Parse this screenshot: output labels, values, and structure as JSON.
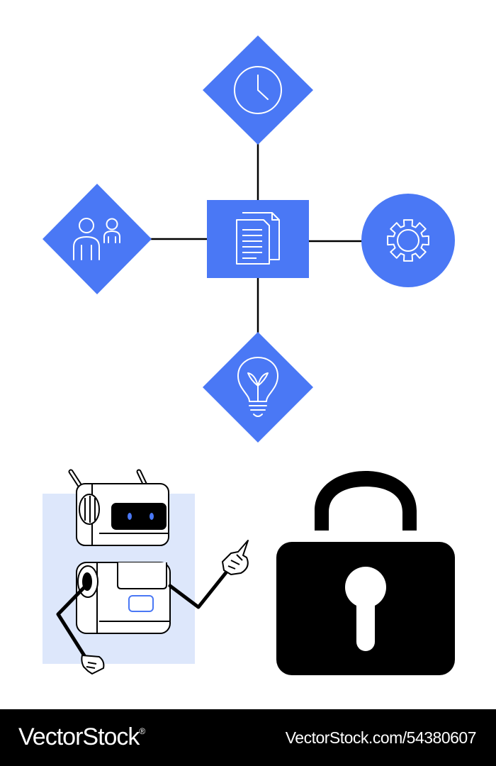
{
  "colors": {
    "accent": "#4a78f5",
    "robot_panel": "#dde7fb",
    "ink": "#000000",
    "paper": "#ffffff"
  },
  "diagram": {
    "hub": {
      "shape": "square",
      "icon": "document-icon"
    },
    "nodes": [
      {
        "position": "top",
        "shape": "diamond",
        "icon": "clock-icon"
      },
      {
        "position": "left",
        "shape": "diamond",
        "icon": "users-icon"
      },
      {
        "position": "right",
        "shape": "circle",
        "icon": "gear-icon"
      },
      {
        "position": "bottom",
        "shape": "diamond",
        "icon": "lightbulb-icon"
      }
    ]
  },
  "illustrations": [
    {
      "icon": "robot-icon",
      "description": "robot-pointing"
    },
    {
      "icon": "padlock-icon",
      "state": "locked"
    }
  ],
  "footer": {
    "brand": "VectorStock",
    "brand_mark": "®",
    "image_id": "VectorStock.com/54380607"
  }
}
